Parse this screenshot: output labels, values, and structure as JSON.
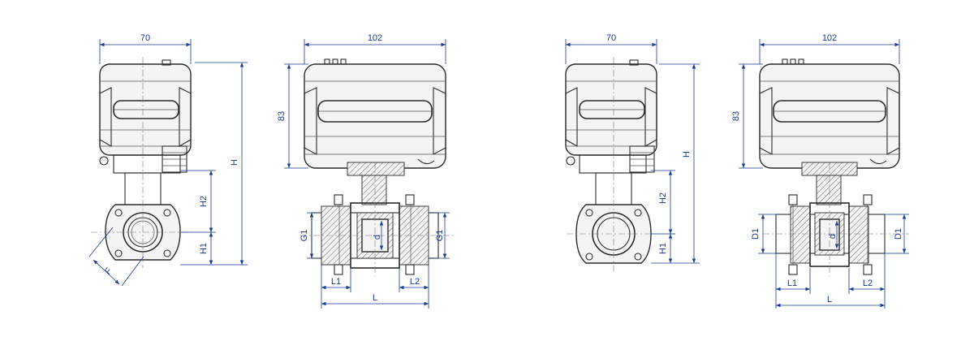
{
  "views": [
    {
      "id": "view1",
      "dims": {
        "width": "70",
        "height": "H",
        "h2": "H2",
        "h1": "H1",
        "flat": "F"
      }
    },
    {
      "id": "view2",
      "dims": {
        "width": "102",
        "act_height": "83",
        "port_left": "G1",
        "port_right": "G1",
        "bore": "d",
        "l1": "L1",
        "l2": "L2",
        "length": "L"
      }
    },
    {
      "id": "view3",
      "dims": {
        "width": "70",
        "height": "H",
        "h2": "H2",
        "h1": "H1"
      }
    },
    {
      "id": "view4",
      "dims": {
        "width": "102",
        "act_height": "83",
        "port_left": "D1",
        "port_right": "D1",
        "bore": "d",
        "l1": "L1",
        "l2": "L2",
        "length": "L"
      }
    }
  ],
  "colors": {
    "dimension": "#1a3a8c",
    "outline": "#2b2b2b",
    "background": "#ffffff"
  }
}
